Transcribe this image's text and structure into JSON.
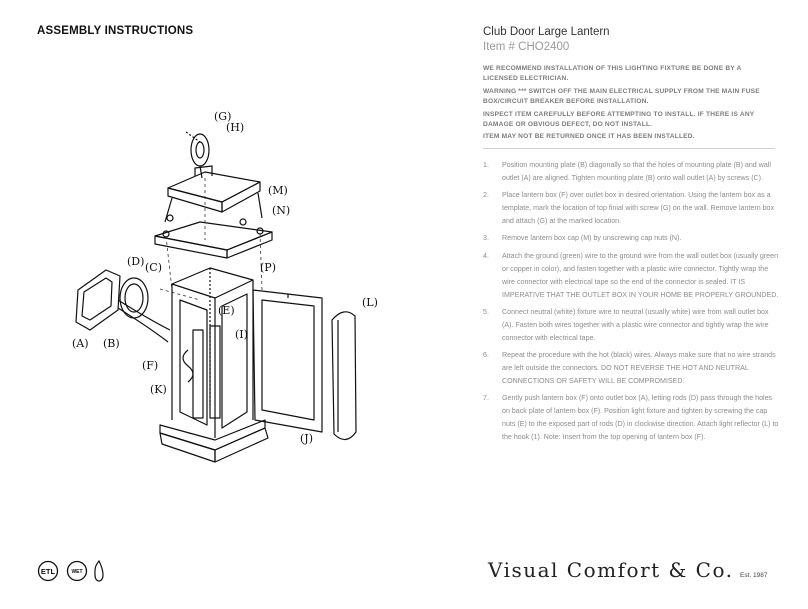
{
  "heading": "ASSEMBLY INSTRUCTIONS",
  "product": {
    "name": "Club Door Large Lantern",
    "item": "Item # CHO2400"
  },
  "warnings": [
    "WE RECOMMEND INSTALLATION OF THIS LIGHTING FIXTURE BE DONE BY A LICENSED ELECTRICIAN.",
    "WARNING *** SWITCH OFF THE MAIN ELECTRICAL SUPPLY FROM THE MAIN FUSE BOX/CIRCUIT BREAKER BEFORE INSTALLATION.",
    "INSPECT ITEM CAREFULLY BEFORE ATTEMPTING TO INSTALL. IF THERE IS ANY DAMAGE OR OBVIOUS DEFECT, DO NOT INSTALL.",
    "ITEM MAY NOT BE RETURNED ONCE IT HAS BEEN INSTALLED."
  ],
  "steps": [
    {
      "num": "1.",
      "text": "Position mounting plate (B) diagonally so that the holes of mounting plate (B) and wall outlet (A) are aligned. Tighten mounting plate (B) onto wall outlet (A) by screws (C)."
    },
    {
      "num": "2.",
      "text": "Place lantern box (F) over outlet box in desired orientation. Using the lantern box as a template, mark the location of top finial with screw (G) on the wall. Remove lantern box and attach (G) at the marked location."
    },
    {
      "num": "3.",
      "text": "Remove lantern box cap (M) by unscrewing cap nuts (N)."
    },
    {
      "num": "4.",
      "text": "Attach the ground (green) wire to the ground wire from the wall outlet box (usually green or copper in color), and fasten together with a plastic wire connector. Tightly wrap the wire connector with electrical tape so the end of the connector is sealed. IT IS IMPERATIVE THAT THE OUTLET BOX IN YOUR HOME BE PROPERLY GROUNDED."
    },
    {
      "num": "5.",
      "text": "Connect neutral (white) fixture wire to neutral (usually white) wire from wall outlet box (A). Fasten both wires together with a plastic wire connector and tightly wrap the wire connector with electrical tape."
    },
    {
      "num": "6.",
      "text": "Repeat the procedure with the hot (black) wires. Always make sure that no wire strands are left outside the connectors. DO NOT REVERSE THE HOT AND NEUTRAL CONNECTIONS OR SAFETY WILL BE COMPROMISED."
    },
    {
      "num": "7.",
      "text": "Gently push lantern box (F) onto outlet box (A), letting rods (D) pass through the holes on back plate of lantern box (F). Position light fixture and tighten by screwing the cap nuts (E) to the exposed part of rods (D) in clockwise direction. Attach light reflector (L) to the hook (1). Note: Insert from the top opening of lantern box (F)."
    }
  ],
  "diagram_labels": {
    "g": "(G)",
    "h": "(H)",
    "m": "(M)",
    "n": "(N)",
    "d": "(D)",
    "c": "(C)",
    "p": "(P)",
    "l": "(L)",
    "e": "(E)",
    "i": "(I)",
    "a": "(A)",
    "b": "(B)",
    "f": "(F)",
    "k": "(K)",
    "j": "(J)"
  },
  "certifications": [
    "ETL",
    "WET"
  ],
  "brand": {
    "name": "Visual Comfort & Co.",
    "est": "Est. 1987"
  }
}
